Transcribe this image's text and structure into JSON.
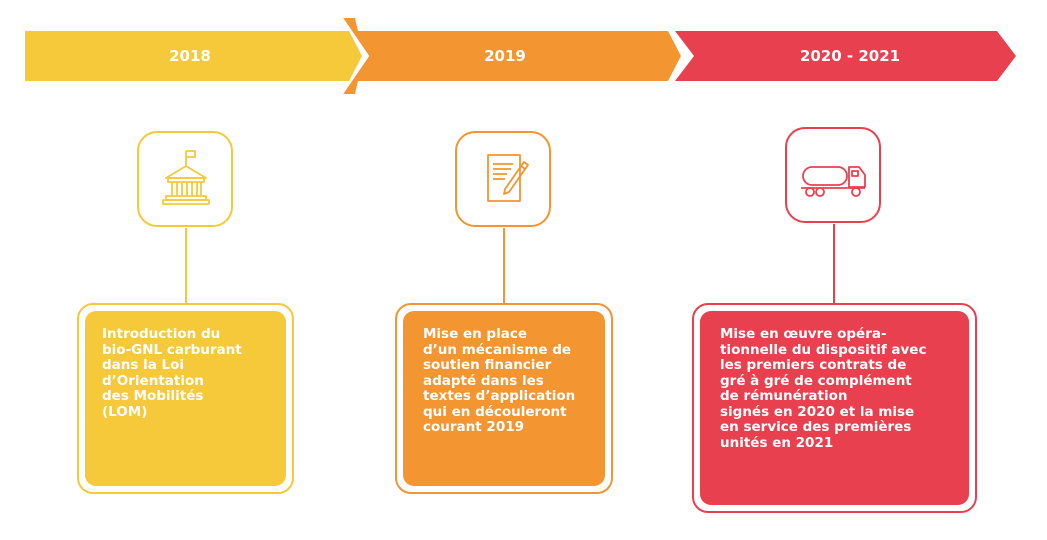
{
  "colors": {
    "yellow": "#f6c93a",
    "orange": "#f39530",
    "red": "#e9404f"
  },
  "timeline": [
    {
      "year": "2018",
      "icon": "government-building-icon",
      "lines": [
        "Introduction du",
        "bio-GNL carburant",
        "dans la Loi",
        "d’Orientation",
        "des Mobilités",
        "(LOM)"
      ]
    },
    {
      "year": "2019",
      "icon": "document-pen-icon",
      "lines": [
        "Mise en place",
        "d’un mécanisme de",
        "soutien financier",
        "adapté dans les",
        "textes d’application",
        "qui en découleront",
        "courant 2019"
      ]
    },
    {
      "year": "2020 - 2021",
      "icon": "tanker-truck-icon",
      "lines": [
        "Mise en œuvre opéra-",
        "tionnelle du dispositif avec",
        "les premiers contrats de",
        "gré à gré de complément",
        "de rémunération",
        "signés en 2020 et la mise",
        "en service des premières",
        "unités en 2021"
      ]
    }
  ]
}
